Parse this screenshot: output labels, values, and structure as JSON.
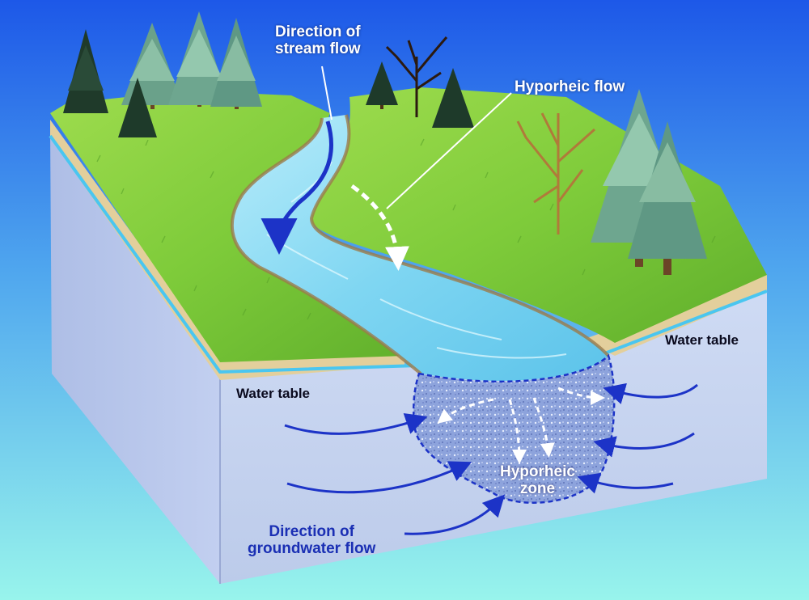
{
  "labels": {
    "stream_flow": [
      "Direction of",
      "stream flow"
    ],
    "hyporheic_flow": "Hyporheic flow",
    "water_table_left": "Water table",
    "water_table_right": "Water table",
    "hyporheic_zone": [
      "Hyporheic",
      "zone"
    ],
    "groundwater_flow": [
      "Direction of",
      "groundwater flow"
    ]
  },
  "colors": {
    "sky_top": "#1d58e8",
    "sky_bottom": "#98f4ec",
    "grass": "#7ecb3a",
    "water": "#7fd6f2",
    "soil_block": "#c4d3ef",
    "arrow_blue": "#1c33c7",
    "zone_blue": "#8da3dc"
  }
}
